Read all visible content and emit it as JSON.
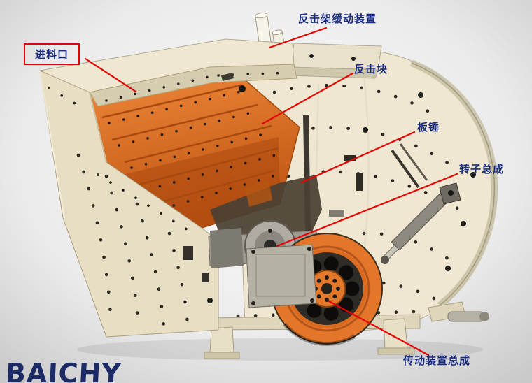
{
  "annotations": {
    "buffer_device": {
      "label": "反击架缓动装置"
    },
    "feed_inlet": {
      "label": "进料口"
    },
    "impact_block": {
      "label": "反击块"
    },
    "blow_bar": {
      "label": "板锤"
    },
    "rotor_assembly": {
      "label": "转子总成"
    },
    "transmission_assembly": {
      "label": "传动装置总成"
    }
  },
  "brand": {
    "name": "BAICHY"
  },
  "colors": {
    "leader_red": "#e60202",
    "label_navy": "#1a2c80",
    "body_cream": "#efe7d2",
    "liner_orange": "#d96a1e",
    "wheel_orange": "#e4762a",
    "background_gray": "#d8d8d8"
  }
}
